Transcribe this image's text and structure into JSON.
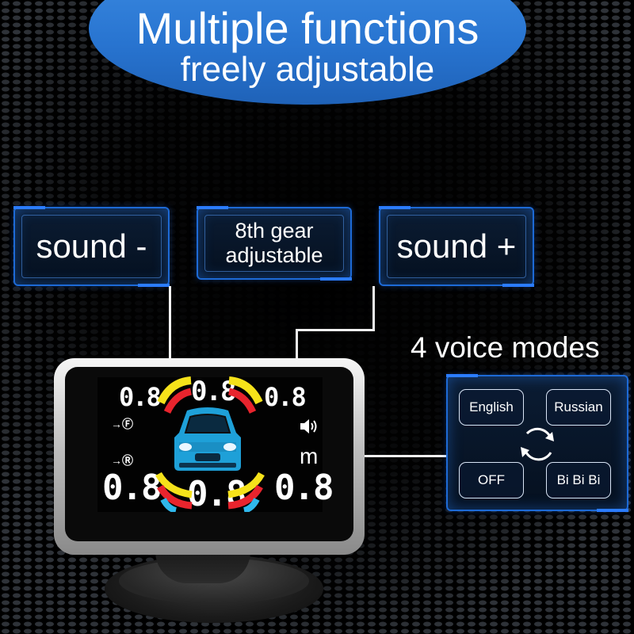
{
  "banner": {
    "title": "Multiple functions",
    "subtitle": "freely adjustable"
  },
  "buttons": {
    "sound_minus": "sound -",
    "gear_line1": "8th gear",
    "gear_line2": "adjustable",
    "sound_plus": "sound +"
  },
  "voice": {
    "title": "4 voice modes",
    "modes": [
      "English",
      "Russian",
      "OFF",
      "Bi Bi Bi"
    ]
  },
  "display": {
    "top_left": "0.8",
    "top_center": "0.8",
    "top_right": "0.8",
    "bottom_left": "0.8",
    "bottom_center": "0.8",
    "bottom_right": "0.8",
    "front_label": "→Ⓕ",
    "rear_label": "→Ⓡ",
    "unit": "m",
    "speaker_icon": "speaker-icon",
    "car_icon": "car-icon"
  },
  "colors": {
    "banner": "#2b78d6",
    "panel_border": "#1d6ad6",
    "car": "#1ea0d8",
    "bar_yellow": "#f5e21a",
    "bar_red": "#e8242d",
    "bar_blue": "#2fb8ec"
  }
}
